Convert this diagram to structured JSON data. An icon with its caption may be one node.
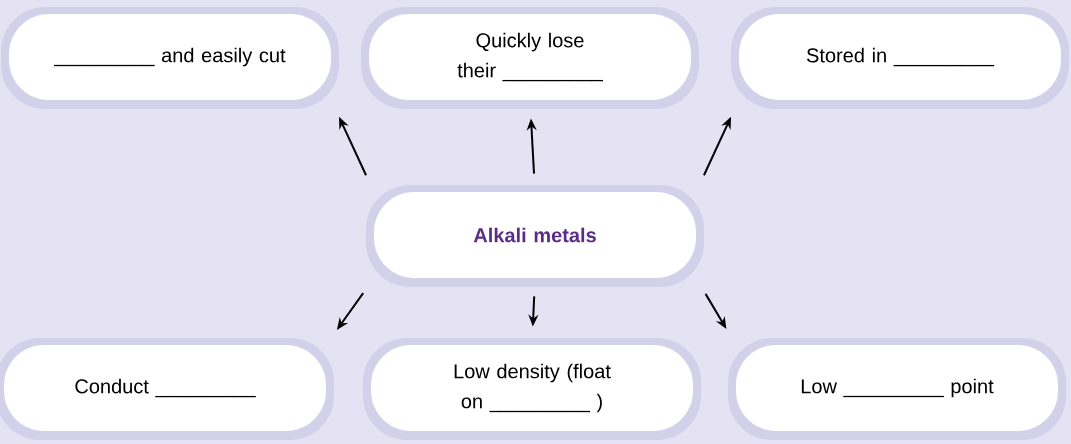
{
  "diagram": {
    "nodes": [
      {
        "text": [
          "_________ and easily cut"
        ]
      },
      {
        "text": [
          "Quickly lose their _________"
        ]
      },
      {
        "text": [
          "Stored in _________"
        ]
      },
      {
        "text": [
          "Alkali metals"
        ]
      },
      {
        "text": [
          "Conduct _________"
        ]
      },
      {
        "text": [
          "Low density (float on _________ )"
        ]
      },
      {
        "text": [
          "Low _________ point"
        ]
      }
    ],
    "edges": [
      {
        "from": 3,
        "to": 0,
        "arrow": "to"
      },
      {
        "from": 3,
        "to": 1,
        "arrow": "to"
      },
      {
        "from": 3,
        "to": 2,
        "arrow": "to"
      },
      {
        "from": 3,
        "to": 4,
        "arrow": "to"
      },
      {
        "from": 3,
        "to": 5,
        "arrow": "to"
      },
      {
        "from": 3,
        "to": 6,
        "arrow": "to"
      }
    ]
  }
}
